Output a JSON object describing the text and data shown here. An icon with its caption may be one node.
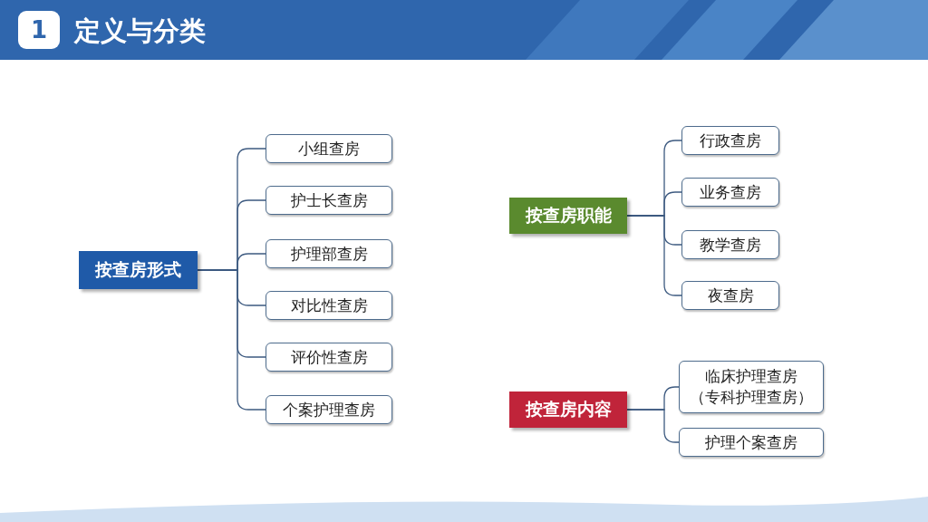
{
  "diagram": {
    "title": "定义与分类",
    "nodes": [
      {
        "text": [
          "按查房形式"
        ]
      },
      {
        "text": [
          "小组查房"
        ]
      },
      {
        "text": [
          "护士长查房"
        ]
      },
      {
        "text": [
          "护理部查房"
        ]
      },
      {
        "text": [
          "对比性查房"
        ]
      },
      {
        "text": [
          "评价性查房"
        ]
      },
      {
        "text": [
          "个案护理查房"
        ]
      },
      {
        "text": [
          "按查房职能"
        ]
      },
      {
        "text": [
          "行政查房"
        ]
      },
      {
        "text": [
          "业务查房"
        ]
      },
      {
        "text": [
          "教学查房"
        ]
      },
      {
        "text": [
          "夜查房"
        ]
      },
      {
        "text": [
          "按查房内容"
        ]
      },
      {
        "text": [
          "临床护理查房（专科护理查房）"
        ]
      },
      {
        "text": [
          "护理个案查房"
        ]
      }
    ],
    "edges": [
      {
        "from": 0,
        "to": 1,
        "arrow": "none"
      },
      {
        "from": 0,
        "to": 2,
        "arrow": "none"
      },
      {
        "from": 0,
        "to": 3,
        "arrow": "none"
      },
      {
        "from": 0,
        "to": 4,
        "arrow": "none"
      },
      {
        "from": 0,
        "to": 5,
        "arrow": "none"
      },
      {
        "from": 0,
        "to": 6,
        "arrow": "none"
      },
      {
        "from": 7,
        "to": 8,
        "arrow": "none"
      },
      {
        "from": 7,
        "to": 9,
        "arrow": "none"
      },
      {
        "from": 7,
        "to": 10,
        "arrow": "none"
      },
      {
        "from": 7,
        "to": 11,
        "arrow": "none"
      },
      {
        "from": 12,
        "to": 13,
        "arrow": "none"
      },
      {
        "from": 12,
        "to": 14,
        "arrow": "none"
      }
    ],
    "labels": [
      "1"
    ]
  }
}
